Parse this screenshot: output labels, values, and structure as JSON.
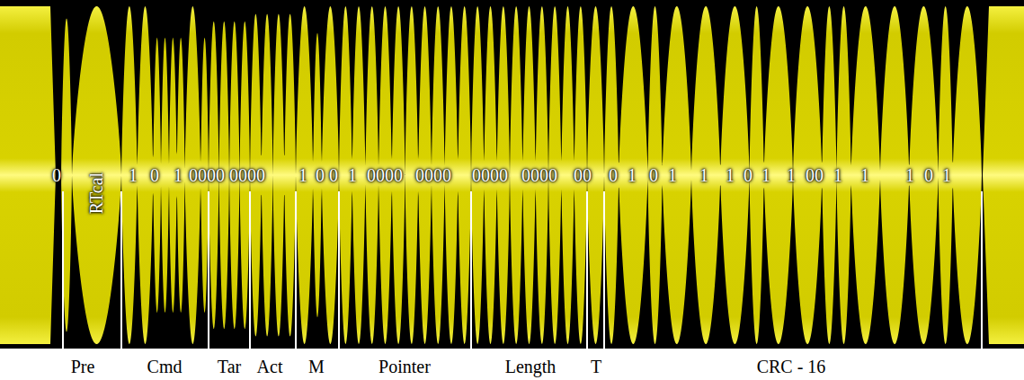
{
  "diagram": {
    "labels": [
      "0",
      "RTcal",
      "1",
      "0",
      "1",
      "0000",
      "0000",
      "1",
      "0",
      "0",
      "1",
      "0000",
      "0000",
      "0000",
      "0000",
      "00",
      "0",
      "1",
      "0",
      "1",
      "1",
      "1",
      "0",
      "1",
      "1",
      "00",
      "1",
      "1",
      "1",
      "0",
      "1",
      "Pre",
      "Cmd",
      "Tar",
      "Act",
      "M",
      "Pointer",
      "Length",
      "T",
      "CRC - 16"
    ]
  }
}
